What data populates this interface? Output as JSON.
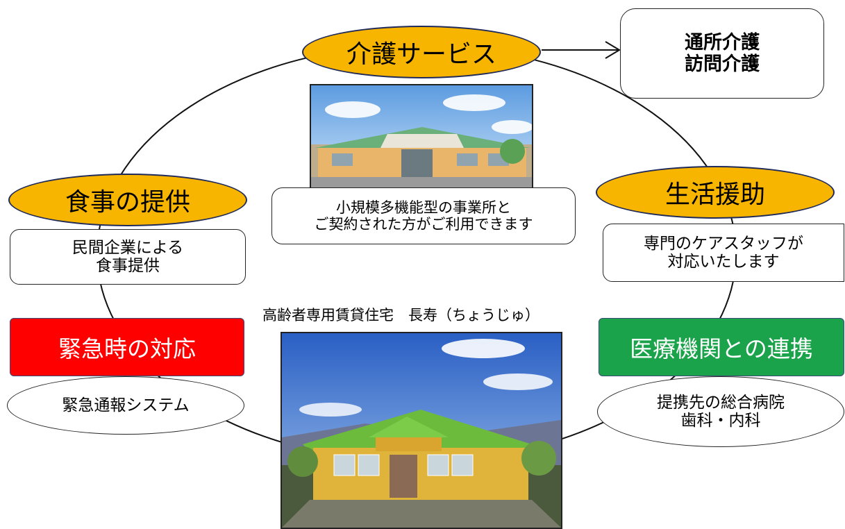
{
  "center": {
    "service_title": "介護サービス",
    "photo_top_caption": [
      "小規模多機能型の事業所と",
      "ご契約された方がご利用できます"
    ],
    "building_caption": "高齢者専用賃貸住宅　長寿（ちょうじゅ）"
  },
  "service_box": {
    "lines": [
      "通所介護",
      "訪問介護"
    ]
  },
  "meals": {
    "title": "食事の提供",
    "lines": [
      "民間企業による",
      "食事提供"
    ]
  },
  "life": {
    "title": "生活援助",
    "lines": [
      "専門のケアスタッフが",
      "対応いたします"
    ]
  },
  "emergency": {
    "title": "緊急時の対応",
    "detail": "緊急通報システム",
    "color": "#ff0000"
  },
  "medical": {
    "title": "医療機関との連携",
    "lines": [
      "提携先の総合病院",
      "歯科・内科"
    ],
    "color": "#1aa34a"
  },
  "colors": {
    "accent_yellow": "#f7b500",
    "outline_navy": "#1f2a5a"
  }
}
